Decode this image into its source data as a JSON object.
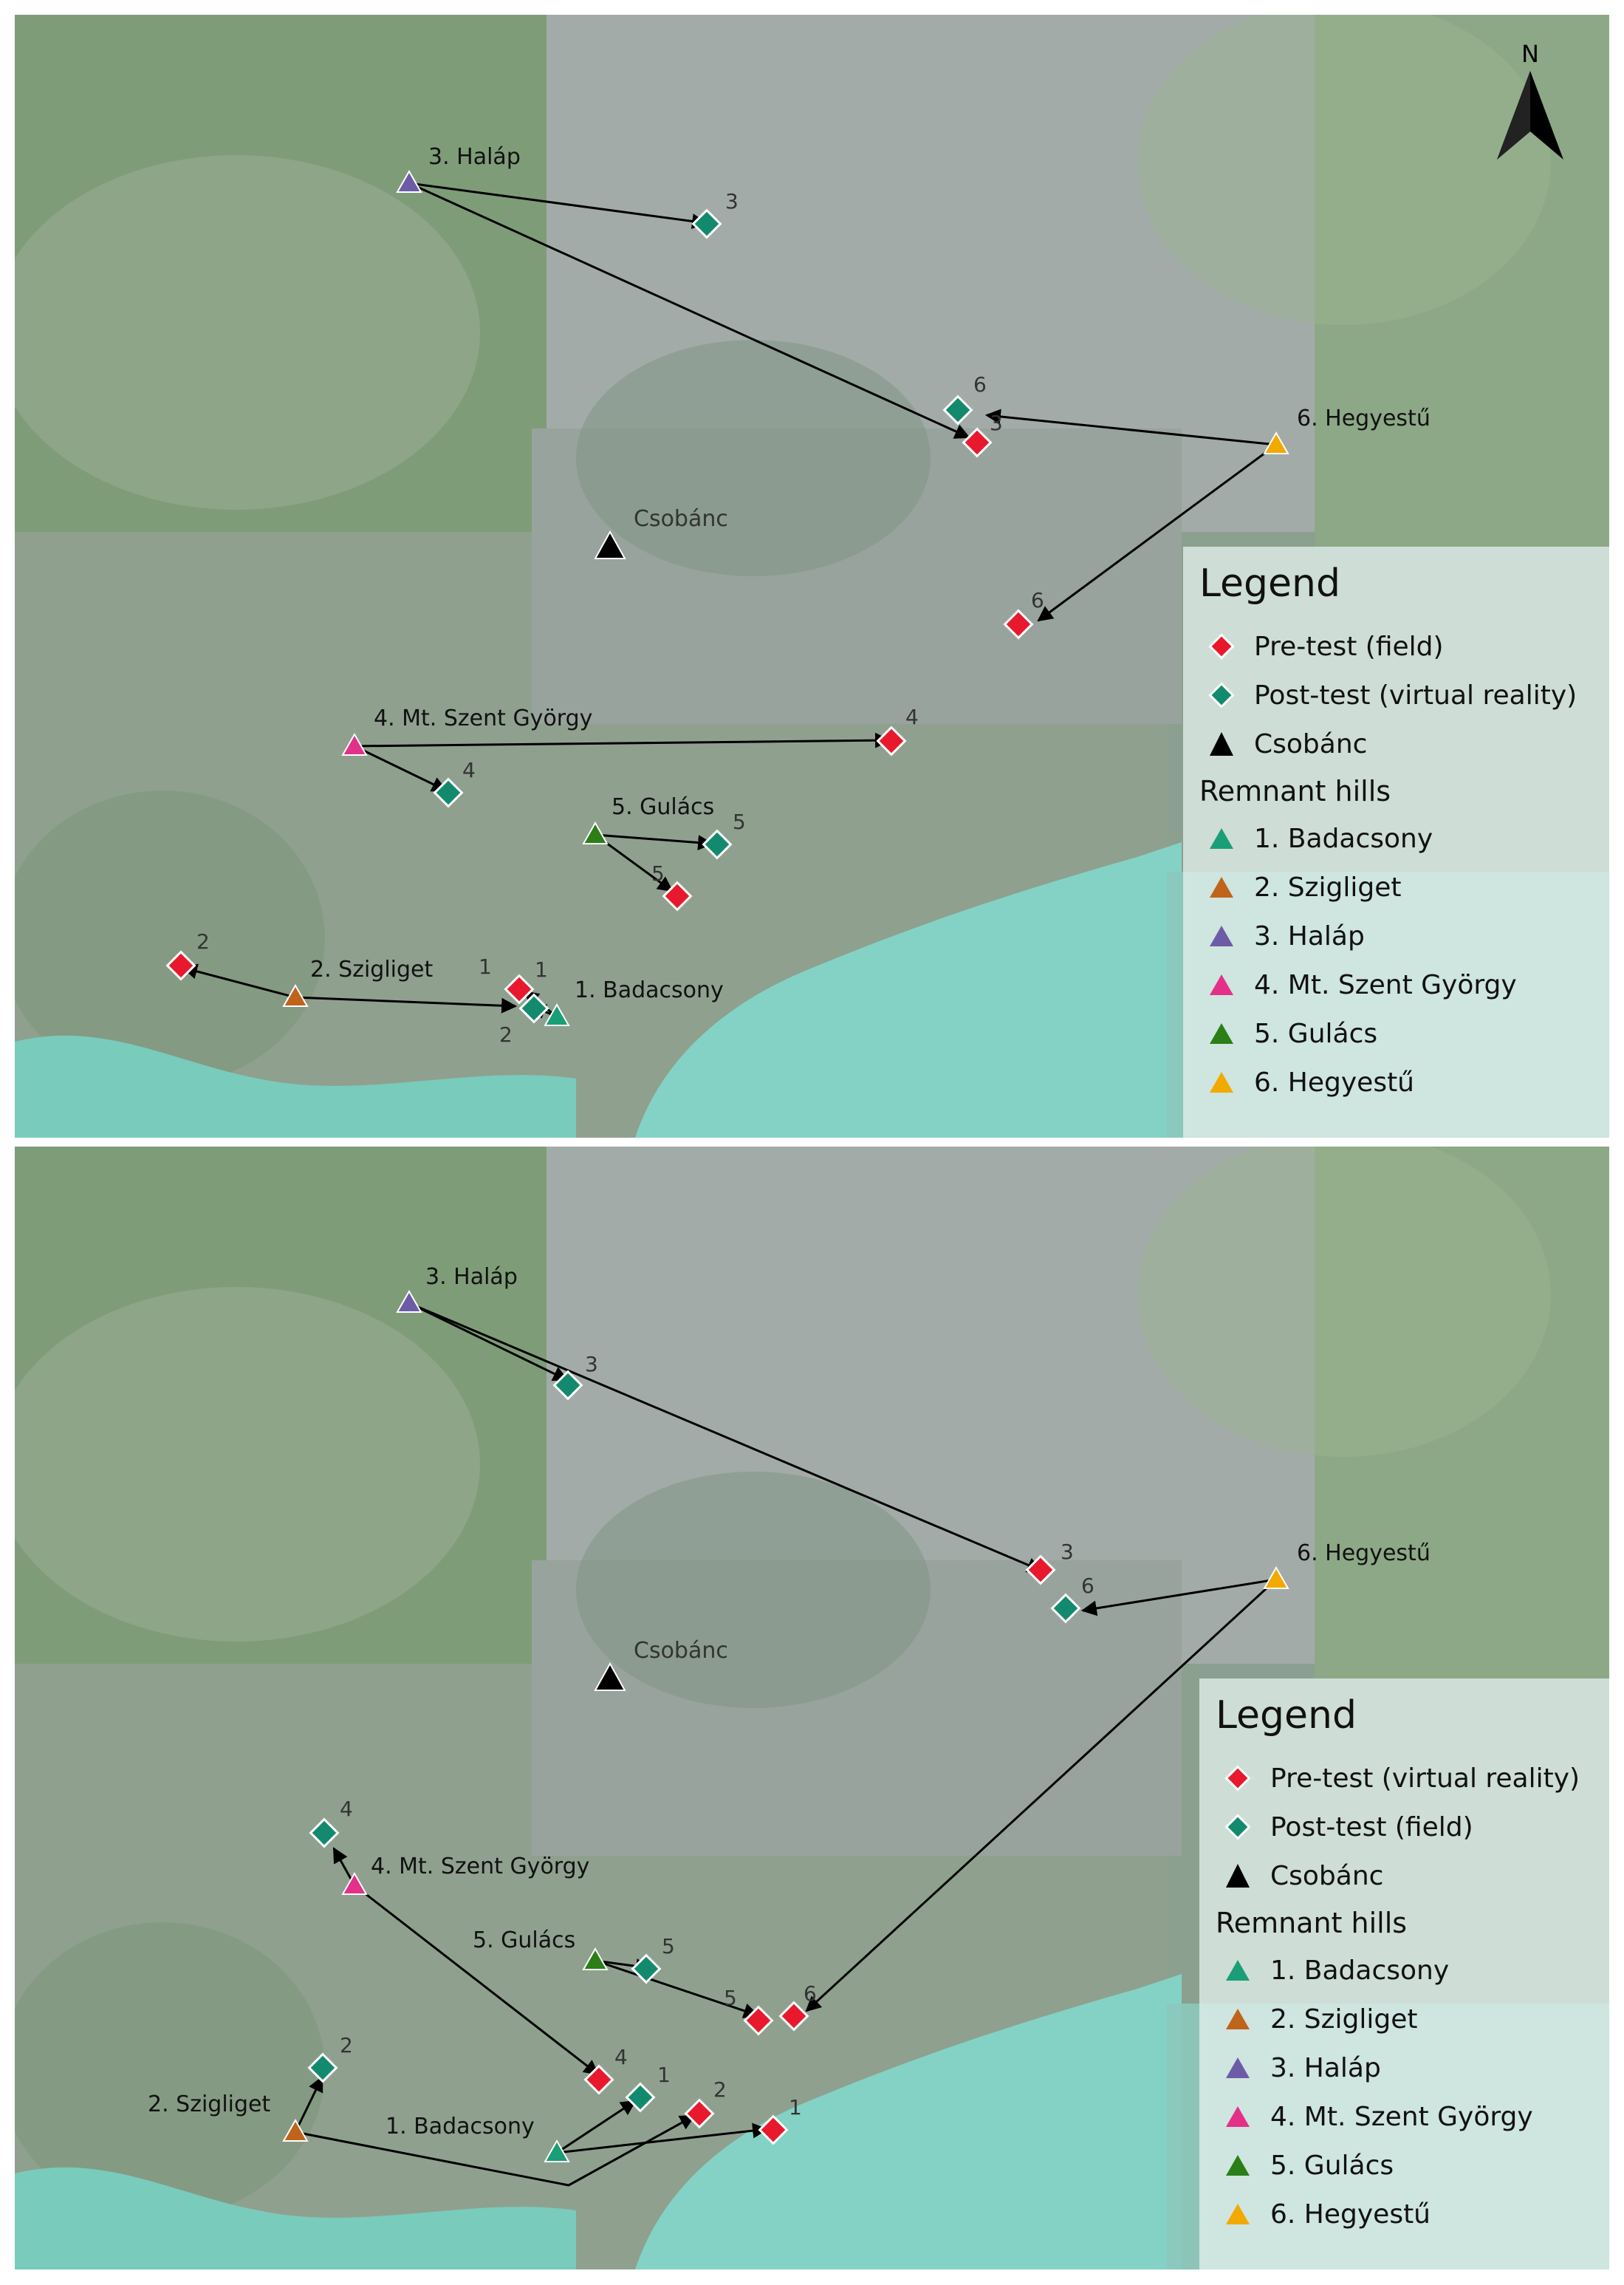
{
  "north_label": "N",
  "colors": {
    "pre": "#e8192c",
    "post": "#138a6e",
    "ref": "#000000",
    "Badacsony": "#1a9e77",
    "Szigliget": "#c0631b",
    "Halap": "#6d5ba7",
    "SzentGyorgy": "#e3318a",
    "Gulacs": "#2b7f16",
    "Hegyestu": "#f2a900",
    "water": "#7fcfc0"
  },
  "panels": [
    {
      "legend": {
        "title": "Legend",
        "items": [
          {
            "label": "Pre-test (field)",
            "symbol": "pre"
          },
          {
            "label": "Post-test (virtual reality)",
            "symbol": "post"
          },
          {
            "label": "Csobánc",
            "symbol": "ref"
          }
        ],
        "section": "Remnant hills",
        "hills": [
          {
            "label": "1. Badacsony",
            "color": "Badacsony"
          },
          {
            "label": "2. Szigliget",
            "color": "Szigliget"
          },
          {
            "label": "3. Haláp",
            "color": "Halap"
          },
          {
            "label": "4. Mt. Szent György",
            "color": "SzentGyorgy"
          },
          {
            "label": "5. Gulács",
            "color": "Gulacs"
          },
          {
            "label": "6. Hegyestű",
            "color": "Hegyestu"
          }
        ]
      },
      "reference": {
        "label": "Csobánc"
      },
      "hills": [
        {
          "id": "1",
          "name": "1. Badacsony",
          "color": "Badacsony"
        },
        {
          "id": "2",
          "name": "2. Szigliget",
          "color": "Szigliget"
        },
        {
          "id": "3",
          "name": "3. Haláp",
          "color": "Halap"
        },
        {
          "id": "4",
          "name": "4. Mt. Szent György",
          "color": "SzentGyorgy"
        },
        {
          "id": "5",
          "name": "5. Gulács",
          "color": "Gulacs"
        },
        {
          "id": "6",
          "name": "6. Hegyestű",
          "color": "Hegyestu"
        }
      ],
      "pre_labels": [
        "1",
        "2",
        "3",
        "4",
        "5",
        "6"
      ],
      "post_labels": [
        "1",
        "2",
        "3",
        "4",
        "5",
        "6"
      ]
    },
    {
      "legend": {
        "title": "Legend",
        "items": [
          {
            "label": "Pre-test (virtual reality)",
            "symbol": "pre"
          },
          {
            "label": "Post-test (field)",
            "symbol": "post"
          },
          {
            "label": "Csobánc",
            "symbol": "ref"
          }
        ],
        "section": "Remnant hills",
        "hills": [
          {
            "label": "1. Badacsony",
            "color": "Badacsony"
          },
          {
            "label": "2. Szigliget",
            "color": "Szigliget"
          },
          {
            "label": "3. Haláp",
            "color": "Halap"
          },
          {
            "label": "4. Mt. Szent György",
            "color": "SzentGyorgy"
          },
          {
            "label": "5. Gulács",
            "color": "Gulacs"
          },
          {
            "label": "6. Hegyestű",
            "color": "Hegyestu"
          }
        ]
      },
      "reference": {
        "label": "Csobánc"
      },
      "hills": [
        {
          "id": "1",
          "name": "1. Badacsony",
          "color": "Badacsony"
        },
        {
          "id": "2",
          "name": "2. Szigliget",
          "color": "Szigliget"
        },
        {
          "id": "3",
          "name": "3. Haláp",
          "color": "Halap"
        },
        {
          "id": "4",
          "name": "4. Mt. Szent György",
          "color": "SzentGyorgy"
        },
        {
          "id": "5",
          "name": "5. Gulács",
          "color": "Gulacs"
        },
        {
          "id": "6",
          "name": "6. Hegyestű",
          "color": "Hegyestu"
        }
      ],
      "pre_labels": [
        "1",
        "2",
        "3",
        "4",
        "5",
        "6"
      ],
      "post_labels": [
        "1",
        "2",
        "3",
        "4",
        "5",
        "6"
      ]
    }
  ]
}
